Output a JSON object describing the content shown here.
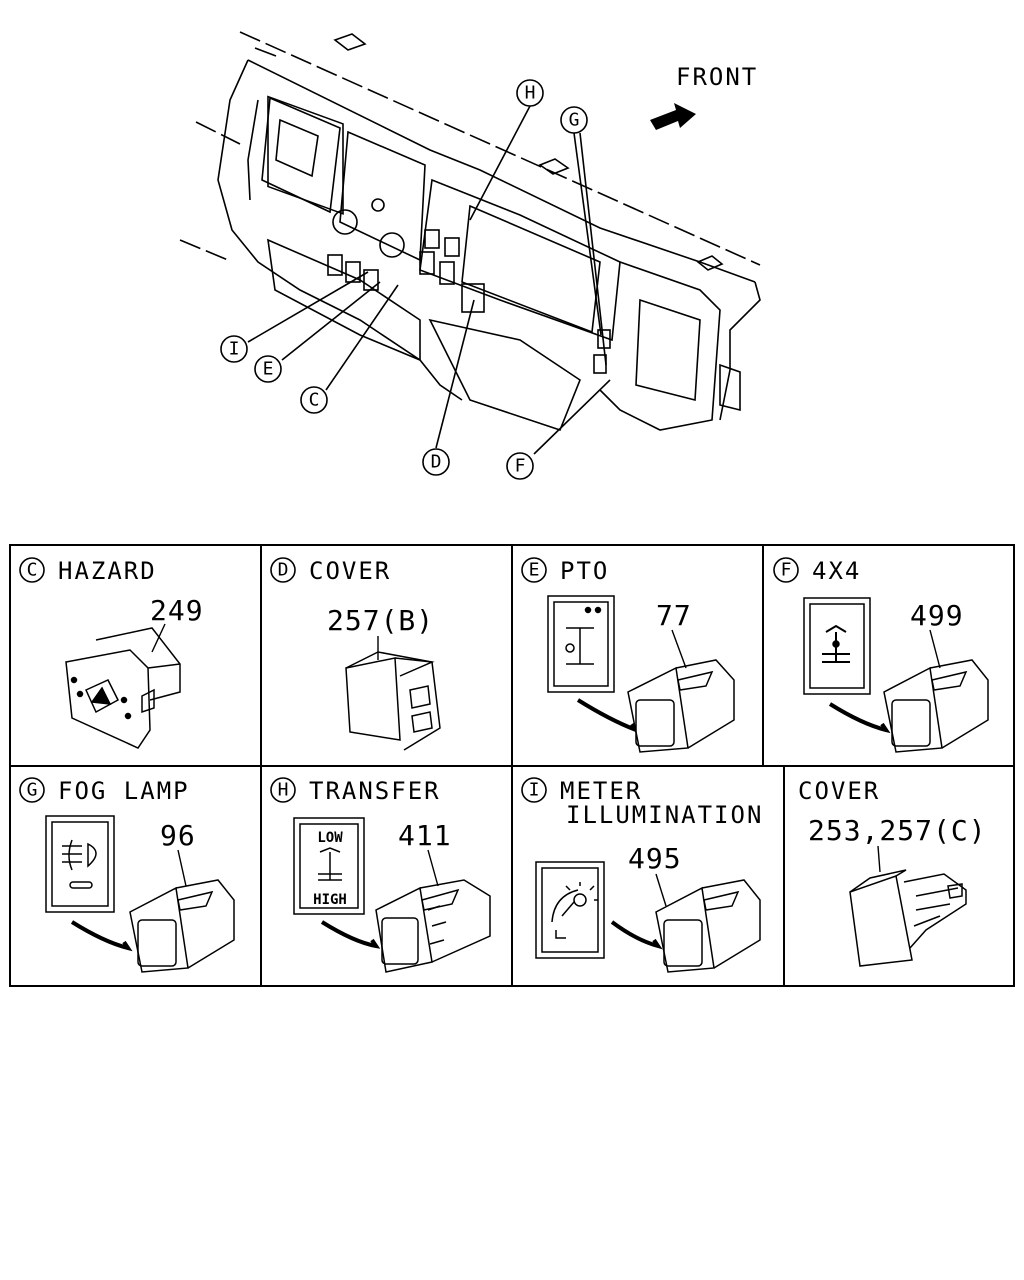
{
  "overview": {
    "front_label": "FRONT",
    "callouts": [
      "H",
      "G",
      "I",
      "E",
      "C",
      "D",
      "F"
    ]
  },
  "panels": [
    {
      "letter": "C",
      "title": "HAZARD",
      "part": "249"
    },
    {
      "letter": "D",
      "title": "COVER",
      "part": "257(B)"
    },
    {
      "letter": "E",
      "title": "PTO",
      "part": "77"
    },
    {
      "letter": "F",
      "title": "4X4",
      "part": "499"
    },
    {
      "letter": "G",
      "title": "FOG LAMP",
      "part": "96"
    },
    {
      "letter": "H",
      "title": "TRANSFER",
      "part": "411",
      "icon_top": "LOW",
      "icon_bottom": "HIGH"
    },
    {
      "letter": "I",
      "title": "METER",
      "title_line2": "ILLUMINATION",
      "part": "495"
    },
    {
      "letter": "",
      "title": "COVER",
      "part": "253,257(C)"
    }
  ]
}
